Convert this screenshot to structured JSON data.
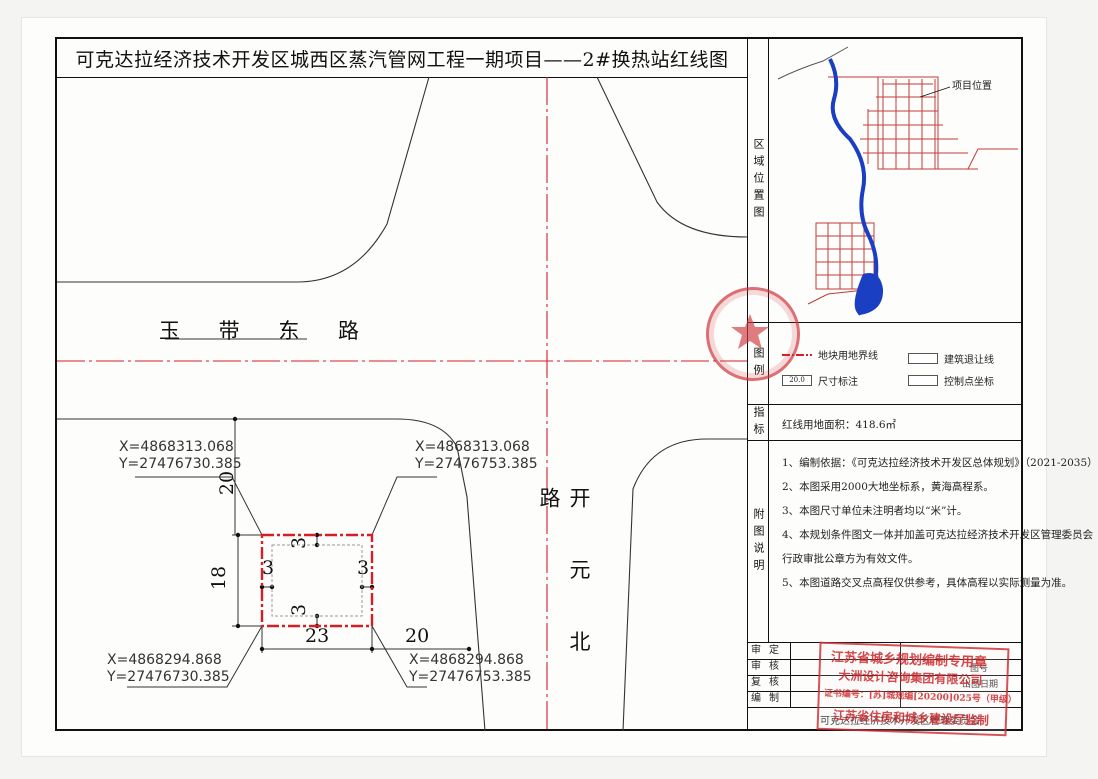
{
  "title": "可克达拉经济技术开发区城西区蒸汽管网工程一期项目——2#换热站红线图",
  "roads": {
    "horizontal": "玉 带 东 路",
    "vertical": "开 元 北 路"
  },
  "coordinates": {
    "top_left": {
      "x": "X=4868313.068",
      "y": "Y=27476730.385"
    },
    "top_right": {
      "x": "X=4868313.068",
      "y": "Y=27476753.385"
    },
    "bottom_left": {
      "x": "X=4868294.868",
      "y": "Y=27476730.385"
    },
    "bottom_right": {
      "x": "X=4868294.868",
      "y": "Y=27476753.385"
    }
  },
  "dimensions": {
    "setback_top_dist": "20",
    "height": "18",
    "width": "23",
    "setback_right_dist": "20",
    "setback_top": "3",
    "setback_bottom": "3",
    "setback_left": "3",
    "setback_right": "3"
  },
  "side": {
    "location_label": "区域位置图",
    "project_location": "项目位置",
    "legend_label": "图例",
    "legend": {
      "boundary": "地块用地界线",
      "building": "建筑退让线",
      "dimension": "尺寸标注",
      "dimension_sample": "20.0",
      "control": "控制点坐标"
    },
    "indicator_label": "指标",
    "area": "红线用地面积：418.6㎡",
    "notes_label": "附图说明",
    "notes": [
      "1、编制依据：《可克达拉经济技术开发区总体规划》（2021-2035）",
      "2、本图采用2000大地坐标系，黄海高程系。",
      "3、本图尺寸单位未注明者均以“米”计。",
      "4、本规划条件图文一体并加盖可克达拉经济技术开发区管理委员会",
      "行政审批公章方为有效文件。",
      "5、本图道路交叉点高程仅供参考，具体高程以实际测量为准。"
    ],
    "signoff": [
      "审定",
      "审核",
      "复核",
      "编制"
    ],
    "signoff_extra": [
      "图号",
      "出图日期"
    ],
    "footer": "可克达拉经济技术开发区管理委员会",
    "stamp2_lines": [
      "江苏省城乡规划编制专用章",
      "大洲设计咨询集团有限公司",
      "证书编号：[苏]城规编[20200]025号（甲级）",
      "江苏省住房和城乡建设厅监制"
    ]
  },
  "colors": {
    "red_line": "#d41f27",
    "stamp": "#cf353d",
    "river": "#1b3fc2",
    "grid": "#c43a3a"
  }
}
